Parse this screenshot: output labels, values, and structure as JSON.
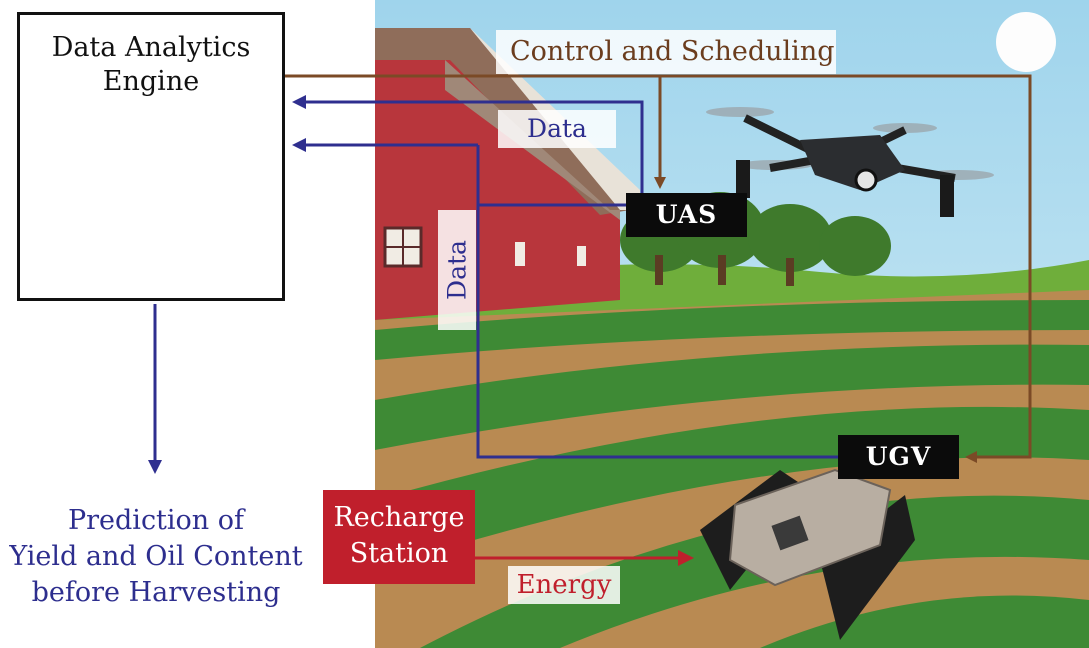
{
  "engine": {
    "title_line1": "Data Analytics",
    "title_line2": "Engine"
  },
  "labels": {
    "control": "Control and Scheduling",
    "data_top": "Data",
    "data_side": "Data",
    "uas": "UAS",
    "ugv": "UGV",
    "recharge_line1": "Recharge",
    "recharge_line2": "Station",
    "energy": "Energy"
  },
  "prediction": {
    "line1": "Prediction of",
    "line2": "Yield and Oil Content",
    "line3": "before Harvesting"
  },
  "colors": {
    "control_arrow": "#7b4a26",
    "data_arrow": "#2f2f8f",
    "energy_arrow": "#c01f2c",
    "tag_bg": "#0b0b0b",
    "recharge_bg": "#c01f2c",
    "icon_blue": "#3fb8e2",
    "icon_orange": "#f4a323",
    "icon_red": "#e0263a"
  }
}
